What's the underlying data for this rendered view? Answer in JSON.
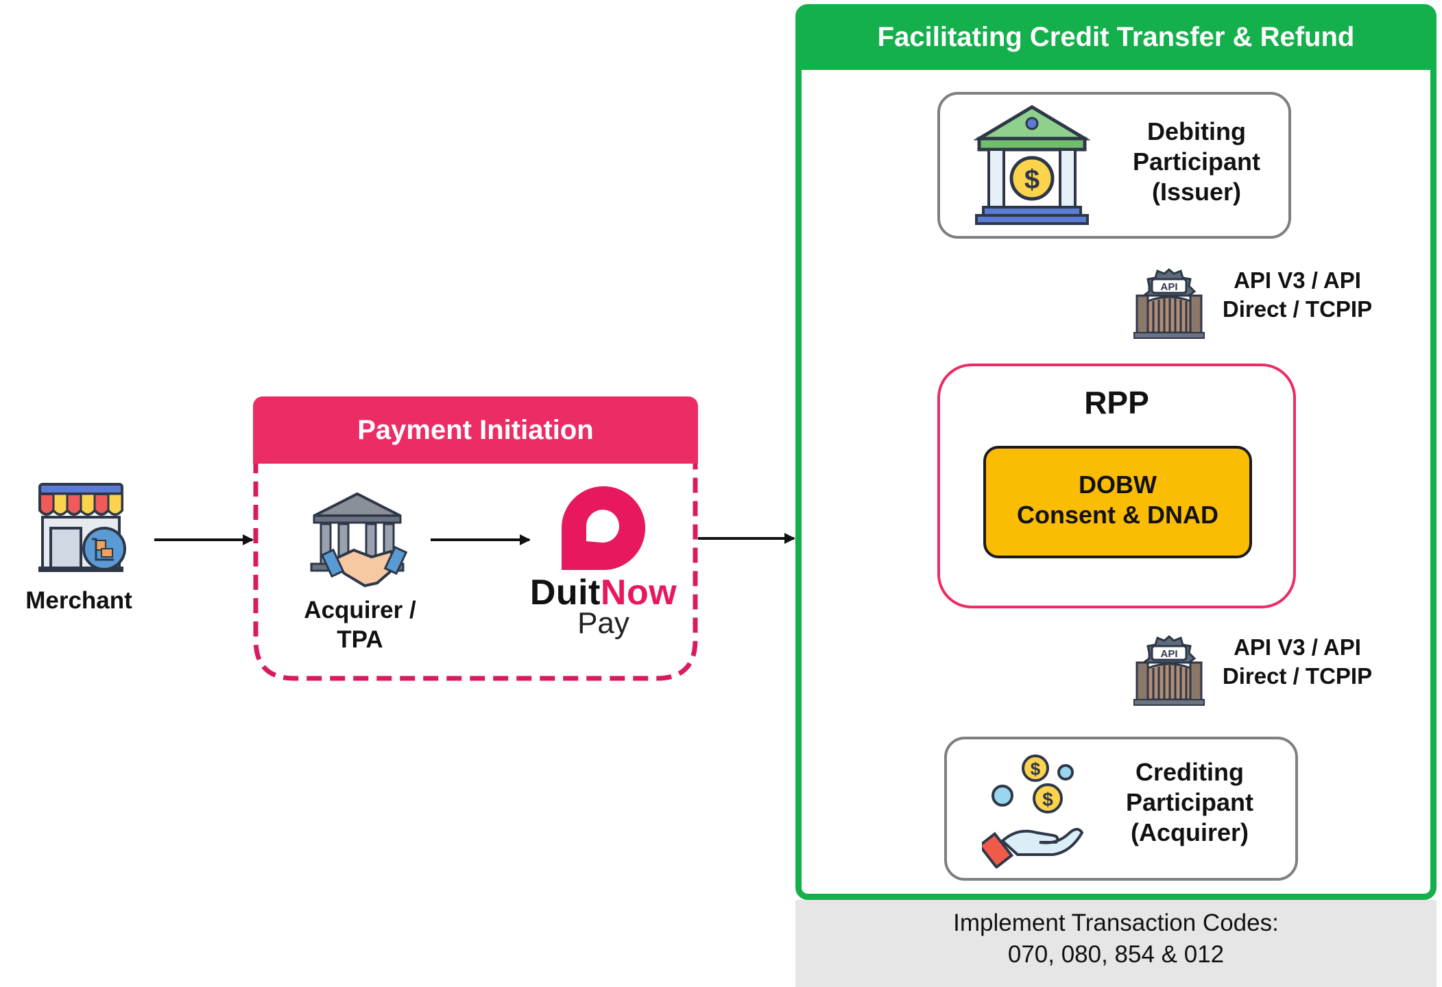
{
  "merchant": {
    "label": "Merchant",
    "icon": "store-icon"
  },
  "payment_initiation": {
    "title": "Payment Initiation",
    "acquirer": {
      "line1": "Acquirer /",
      "line2": "TPA",
      "icon": "bank-handshake-icon"
    },
    "duitnow": {
      "word_a": "Duit",
      "word_b": "Now",
      "sub": "Pay",
      "brand_color": "#e8185f"
    }
  },
  "facilitating": {
    "title": "Facilitating Credit Transfer & Refund",
    "debiting": {
      "line1": "Debiting",
      "line2": "Participant",
      "line3": "(Issuer)",
      "icon": "bank-dollar-icon"
    },
    "api_top": {
      "line1": "API V3 / API",
      "line2": "Direct / TCPIP",
      "icon": "api-gateway-icon"
    },
    "rpp": {
      "title": "RPP",
      "inner_line1": "DOBW",
      "inner_line2": "Consent & DNAD"
    },
    "api_bottom": {
      "line1": "API V3 / API",
      "line2": "Direct / TCPIP",
      "icon": "api-gateway-icon"
    },
    "crediting": {
      "line1": "Crediting",
      "line2": "Participant",
      "line3": "(Acquirer)",
      "icon": "hand-coins-icon"
    },
    "footer_line1": "Implement Transaction Codes:",
    "footer_line2": "070, 080, 854 & 012"
  },
  "colors": {
    "pink": "#ec2c65",
    "green": "#14b04c",
    "yellow": "#fbbc04",
    "footer_gray": "#e6e6e6"
  }
}
